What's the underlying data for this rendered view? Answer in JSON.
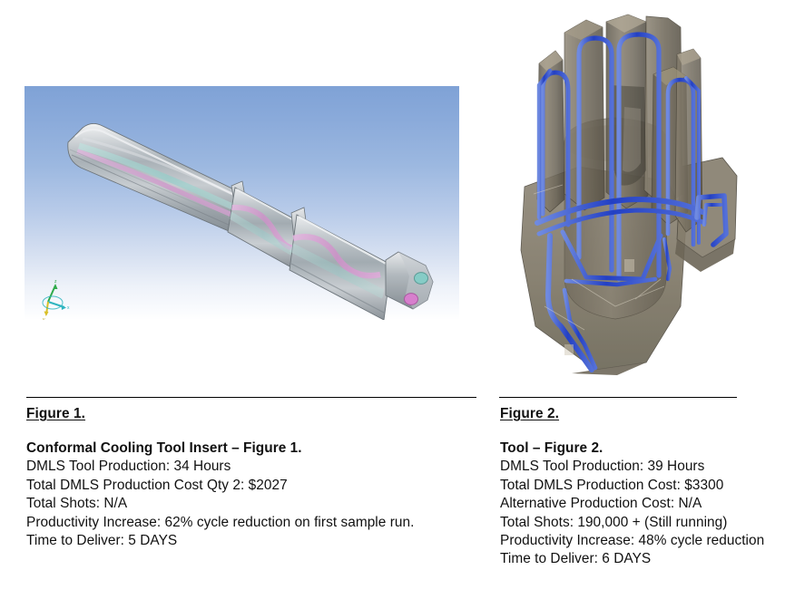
{
  "page": {
    "background_color": "#ffffff",
    "text_color": "#111111",
    "rule_color": "#000000"
  },
  "figures": [
    {
      "id": "figure-1",
      "label": "Figure 1.",
      "image": {
        "name": "conformal-cooling-tool-insert-cad-render",
        "description": "3D CAD render of a cylindrical conformal cooling tool insert with internal pink and teal cooling channels, shown on a blue gradient background with a coordinate axis triad at lower left.",
        "background_top_color": "#7fa2d6",
        "background_bottom_color": "#ffffff",
        "body_color": "#b9bfc4",
        "channel_color_a": "#d9a3d4",
        "channel_color_b": "#9fd6d2"
      },
      "heading": "Conformal Cooling Tool Insert – Figure 1.",
      "lines": [
        "DMLS Tool Production: 34 Hours",
        "Total DMLS Production Cost Qty 2: $2027",
        "Total Shots: N/A",
        "Productivity Increase: 62% cycle reduction on first sample run.",
        "Time to Deliver: 5 DAYS"
      ]
    },
    {
      "id": "figure-2",
      "label": "Figure 2.",
      "image": {
        "name": "mold-tool-conformal-cooling-cad-render",
        "description": "3D CAD render of a translucent grey-brown injection mold tool with blue conformal cooling channels routed through tall vertical fins, on a white background.",
        "background_color": "#ffffff",
        "body_color": "#7d7567",
        "channel_color": "#2c4fc4"
      },
      "heading": "Tool – Figure 2.",
      "lines": [
        "DMLS Tool Production: 39 Hours",
        "Total DMLS Production Cost: $3300",
        "Alternative Production Cost: N/A",
        "Total Shots: 190,000 + (Still running)",
        "Productivity Increase: 48% cycle reduction",
        "Time to Deliver:  6 DAYS"
      ]
    }
  ]
}
